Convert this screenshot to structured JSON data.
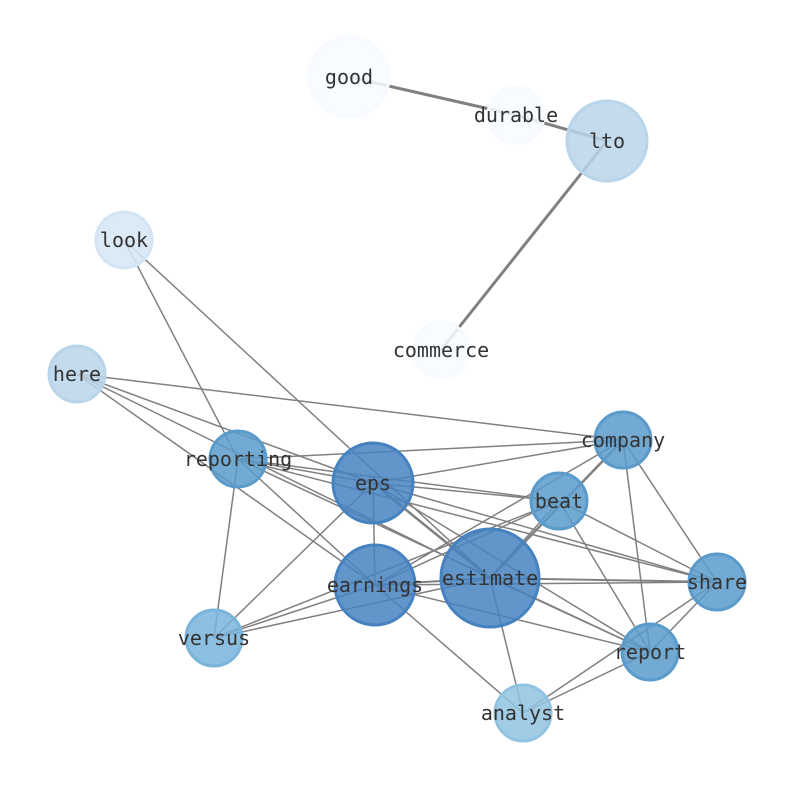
{
  "chart_data": {
    "type": "network",
    "title": "",
    "nodes": [
      {
        "id": "good",
        "color": "#f7fbff",
        "size": 40
      },
      {
        "id": "durable",
        "color": "#f7fbff",
        "size": 28
      },
      {
        "id": "lto",
        "color": "#b8d5ea",
        "size": 40
      },
      {
        "id": "look",
        "color": "#d6e5f4",
        "size": 28
      },
      {
        "id": "commerce",
        "color": "#f7fbff",
        "size": 28
      },
      {
        "id": "here",
        "color": "#b8d5ea",
        "size": 28
      },
      {
        "id": "reporting",
        "color": "#5a9bcb",
        "size": 28
      },
      {
        "id": "eps",
        "color": "#4682bf",
        "size": 40
      },
      {
        "id": "company",
        "color": "#5a9bcb",
        "size": 28
      },
      {
        "id": "beat",
        "color": "#5a9bcb",
        "size": 28
      },
      {
        "id": "earnings",
        "color": "#4682bf",
        "size": 40
      },
      {
        "id": "estimate",
        "color": "#4682bf",
        "size": 49
      },
      {
        "id": "share",
        "color": "#5a9bcb",
        "size": 28
      },
      {
        "id": "versus",
        "color": "#79b4da",
        "size": 28
      },
      {
        "id": "report",
        "color": "#5a9bcb",
        "size": 28
      },
      {
        "id": "analyst",
        "color": "#91c3e1",
        "size": 28
      }
    ],
    "edges": [
      [
        "good",
        "durable",
        3
      ],
      [
        "durable",
        "lto",
        3
      ],
      [
        "lto",
        "commerce",
        3
      ],
      [
        "look",
        "reporting",
        1.5
      ],
      [
        "look",
        "estimate",
        1.5
      ],
      [
        "here",
        "company",
        1.5
      ],
      [
        "here",
        "eps",
        1.5
      ],
      [
        "here",
        "estimate",
        1.5
      ],
      [
        "here",
        "earnings",
        1.5
      ],
      [
        "reporting",
        "company",
        1.5
      ],
      [
        "reporting",
        "eps",
        1.5
      ],
      [
        "reporting",
        "beat",
        1.5
      ],
      [
        "reporting",
        "report",
        1.5
      ],
      [
        "reporting",
        "versus",
        1.5
      ],
      [
        "reporting",
        "share",
        1.5
      ],
      [
        "reporting",
        "earnings",
        1.5
      ],
      [
        "eps",
        "company",
        1.5
      ],
      [
        "eps",
        "beat",
        1.5
      ],
      [
        "eps",
        "estimate",
        2.5
      ],
      [
        "eps",
        "earnings",
        1.5
      ],
      [
        "eps",
        "versus",
        1.5
      ],
      [
        "eps",
        "share",
        1.5
      ],
      [
        "eps",
        "report",
        1.5
      ],
      [
        "estimate",
        "company",
        2.5
      ],
      [
        "estimate",
        "beat",
        1.5
      ],
      [
        "estimate",
        "share",
        2
      ],
      [
        "estimate",
        "report",
        1.5
      ],
      [
        "estimate",
        "analyst",
        1.5
      ],
      [
        "estimate",
        "versus",
        1.5
      ],
      [
        "estimate",
        "earnings",
        2
      ],
      [
        "earnings",
        "beat",
        1.5
      ],
      [
        "earnings",
        "company",
        1.5
      ],
      [
        "earnings",
        "share",
        1.5
      ],
      [
        "earnings",
        "report",
        1.5
      ],
      [
        "earnings",
        "analyst",
        1.5
      ],
      [
        "earnings",
        "versus",
        1.5
      ],
      [
        "beat",
        "share",
        1.5
      ],
      [
        "beat",
        "report",
        1.5
      ],
      [
        "beat",
        "versus",
        1.5
      ],
      [
        "company",
        "share",
        1.5
      ],
      [
        "company",
        "report",
        1.5
      ],
      [
        "share",
        "report",
        1.5
      ],
      [
        "share",
        "analyst",
        1.5
      ],
      [
        "report",
        "analyst",
        1.5
      ]
    ]
  }
}
